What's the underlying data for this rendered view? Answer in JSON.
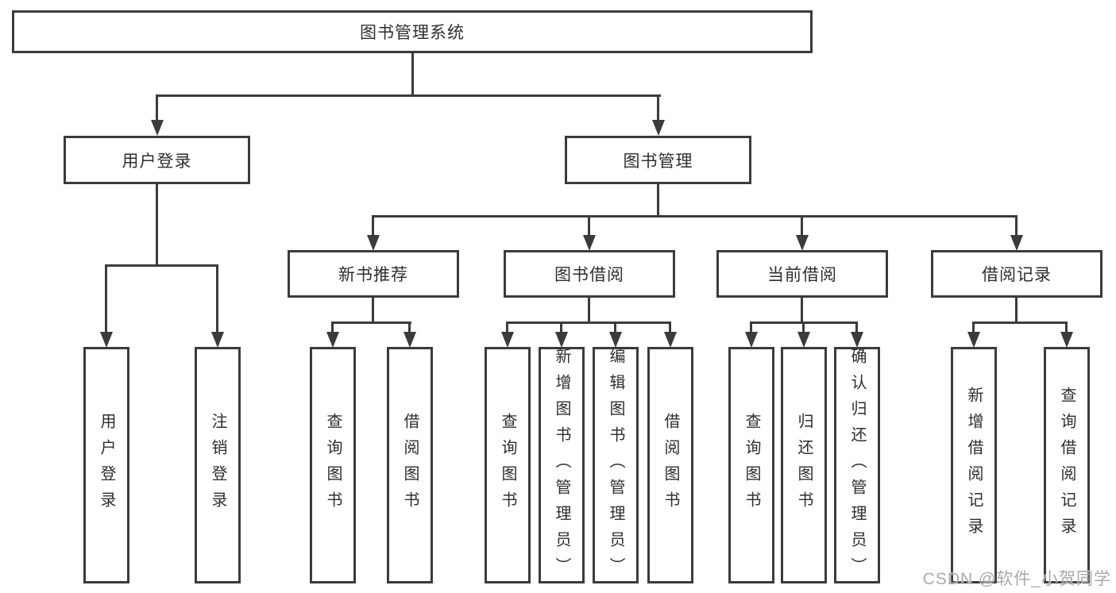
{
  "tree": {
    "label": "图书管理系统",
    "children": [
      {
        "label": "用户登录",
        "children": [
          {
            "label": "用户登录"
          },
          {
            "label": "注销登录"
          }
        ]
      },
      {
        "label": "图书管理",
        "children": [
          {
            "label": "新书推荐",
            "children": [
              {
                "label": "查询图书"
              },
              {
                "label": "借阅图书"
              }
            ]
          },
          {
            "label": "图书借阅",
            "children": [
              {
                "label": "查询图书"
              },
              {
                "label": "新增图书（管理员）"
              },
              {
                "label": "编辑图书（管理员）"
              },
              {
                "label": "借阅图书"
              }
            ]
          },
          {
            "label": "当前借阅",
            "children": [
              {
                "label": "查询图书"
              },
              {
                "label": "归还图书"
              },
              {
                "label": "确认归还（管理员）"
              }
            ]
          },
          {
            "label": "借阅记录",
            "children": [
              {
                "label": "新增借阅记录"
              },
              {
                "label": "查询借阅记录"
              }
            ]
          }
        ]
      }
    ]
  },
  "watermark": {
    "text": "CSDN @软件_小贺同学"
  },
  "colors": {
    "line": "#3b3b3b",
    "text": "#2e2e2e",
    "background": "#ffffff",
    "watermark": "#a9a9a9"
  }
}
